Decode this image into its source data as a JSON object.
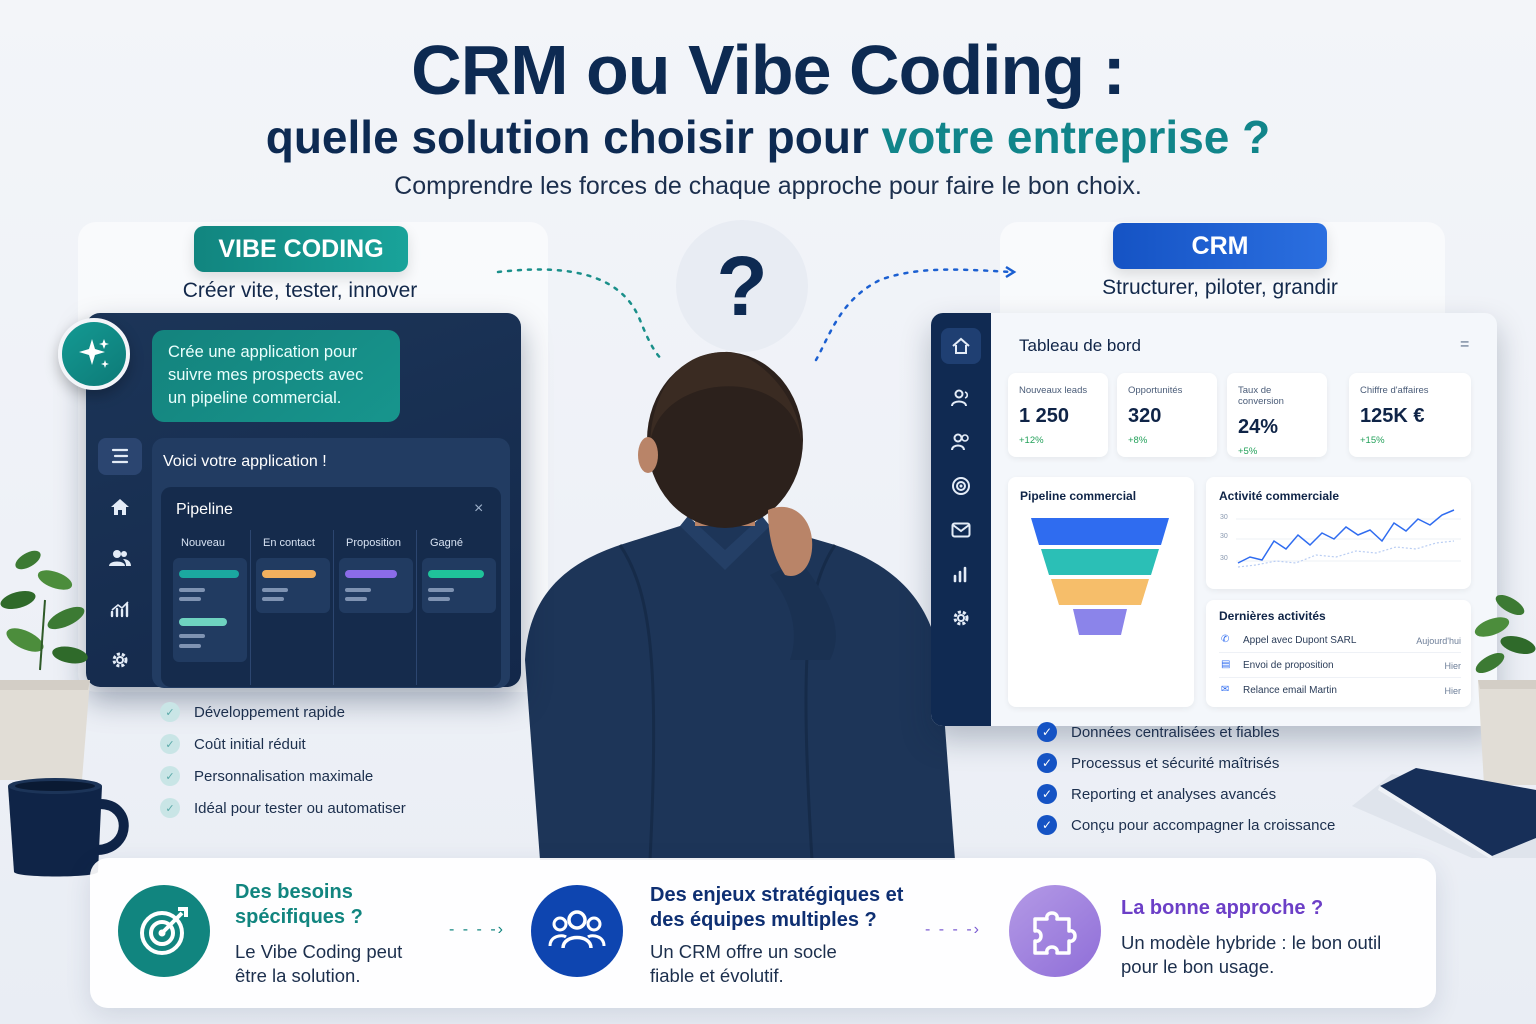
{
  "header": {
    "title": "CRM ou Vibe Coding :",
    "subtitle_main": "quelle solution choisir pour ",
    "subtitle_accent": "votre entreprise ?",
    "tagline": "Comprendre les forces de chaque approche pour faire le bon choix."
  },
  "center": {
    "question_mark": "?"
  },
  "vibe": {
    "badge": "VIBE CODING",
    "subtitle": "Créer vite, tester, innover",
    "prompt": "Crée une application pour suivre mes prospects avec un pipeline commercial.",
    "result_title": "Voici votre application !",
    "pipeline": {
      "title": "Pipeline",
      "close": "×",
      "columns": [
        "Nouveau",
        "En contact",
        "Proposition",
        "Gagné"
      ]
    },
    "sidebar_icons": [
      "list-icon",
      "home-icon",
      "users-icon",
      "chart-icon",
      "gear-icon"
    ],
    "benefits": [
      "Développement rapide",
      "Coût initial réduit",
      "Personnalisation maximale",
      "Idéal pour tester ou automatiser"
    ],
    "colors": {
      "teal": "#11857f",
      "orange": "#f2b05e",
      "purple": "#8b6ce8",
      "green": "#1fc39a"
    }
  },
  "crm": {
    "badge": "CRM",
    "subtitle": "Structurer, piloter, grandir",
    "dashboard_title": "Tableau de bord",
    "menu": "=",
    "kpis": [
      {
        "label": "Nouveaux leads",
        "value": "1 250",
        "delta": "+12%"
      },
      {
        "label": "Opportunités",
        "value": "320",
        "delta": "+8%"
      },
      {
        "label": "Taux de conversion",
        "value": "24%",
        "delta": "+5%"
      },
      {
        "label": "Chiffre d'affaires",
        "value": "125K €",
        "delta": "+15%"
      }
    ],
    "pipeline_title": "Pipeline commercial",
    "activity_title": "Activité commerciale",
    "activity_ticks": [
      "30",
      "30",
      "30"
    ],
    "recent_title": "Dernières activités",
    "recent": [
      {
        "label": "Appel avec Dupont SARL",
        "time": "Aujourd'hui"
      },
      {
        "label": "Envoi de proposition",
        "time": "Hier"
      },
      {
        "label": "Relance email Martin",
        "time": "Hier"
      }
    ],
    "sidebar_icons": [
      "home-icon",
      "user-icon",
      "users-icon",
      "target-icon",
      "mail-icon",
      "chart-icon",
      "gear-icon"
    ],
    "benefits": [
      "Données centralisées et fiables",
      "Processus et sécurité maîtrisés",
      "Reporting et analyses avancés",
      "Conçu pour accompagner la croissance"
    ],
    "colors": {
      "blue": "#1553c4",
      "funnel": [
        "#2f6cf0",
        "#2bbfb6",
        "#f6be6a",
        "#8b84ea"
      ]
    }
  },
  "bottom": [
    {
      "heading": "Des besoins spécifiques ?",
      "body": "Le Vibe Coding peut être la solution.",
      "icon": "target-icon",
      "color": "#11857f"
    },
    {
      "heading": "Des enjeux stratégiques et des équipes multiples ?",
      "body": "Un CRM offre un socle fiable et évolutif.",
      "icon": "team-icon",
      "color": "#0e45b0"
    },
    {
      "heading": "La bonne approche ?",
      "body": "Un modèle hybride : le bon outil pour le bon usage.",
      "icon": "puzzle-icon",
      "color": "#6c3fc7"
    }
  ]
}
